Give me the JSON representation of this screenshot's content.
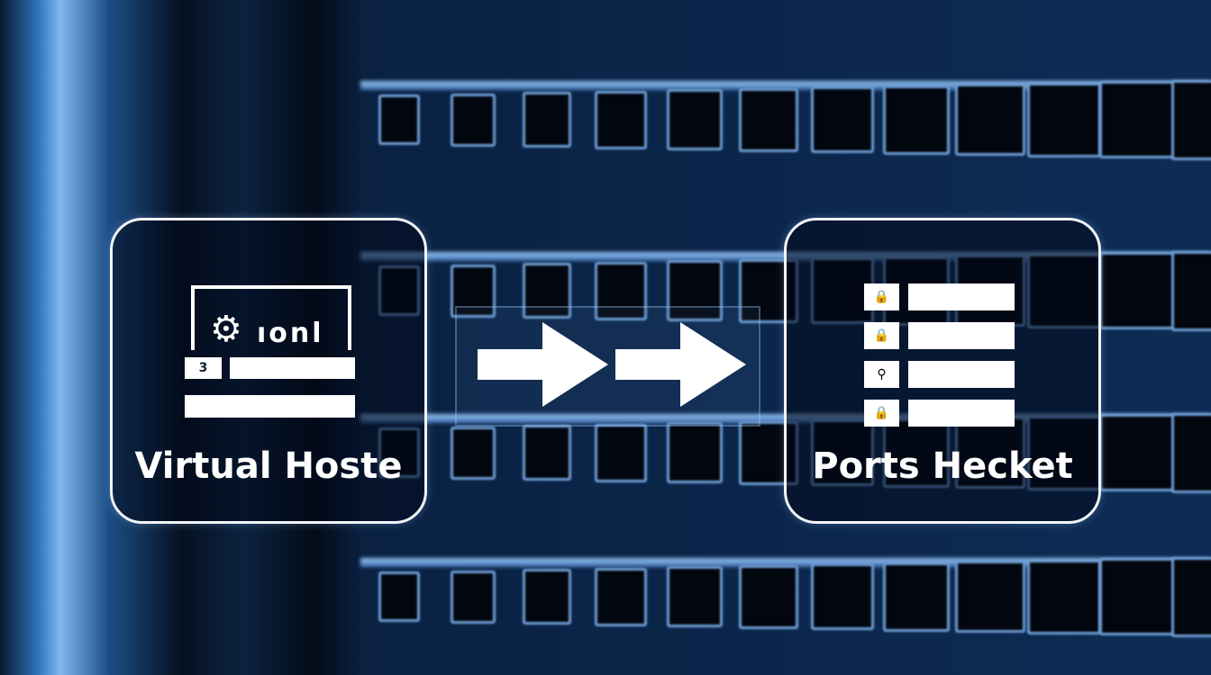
{
  "left_card": {
    "title": "Virtual Hoste",
    "icon_text": "ıonl",
    "badge_number": "3",
    "icon": "gear-icon"
  },
  "right_card": {
    "title": "Ports Hecket",
    "rows": [
      "lock-icon",
      "lock-icon",
      "keyhole-icon",
      "lock-icon"
    ]
  },
  "flow": {
    "arrows": 2
  },
  "colors": {
    "accent": "#6f9fd6",
    "background": "#030a18",
    "foreground": "#ffffff"
  }
}
